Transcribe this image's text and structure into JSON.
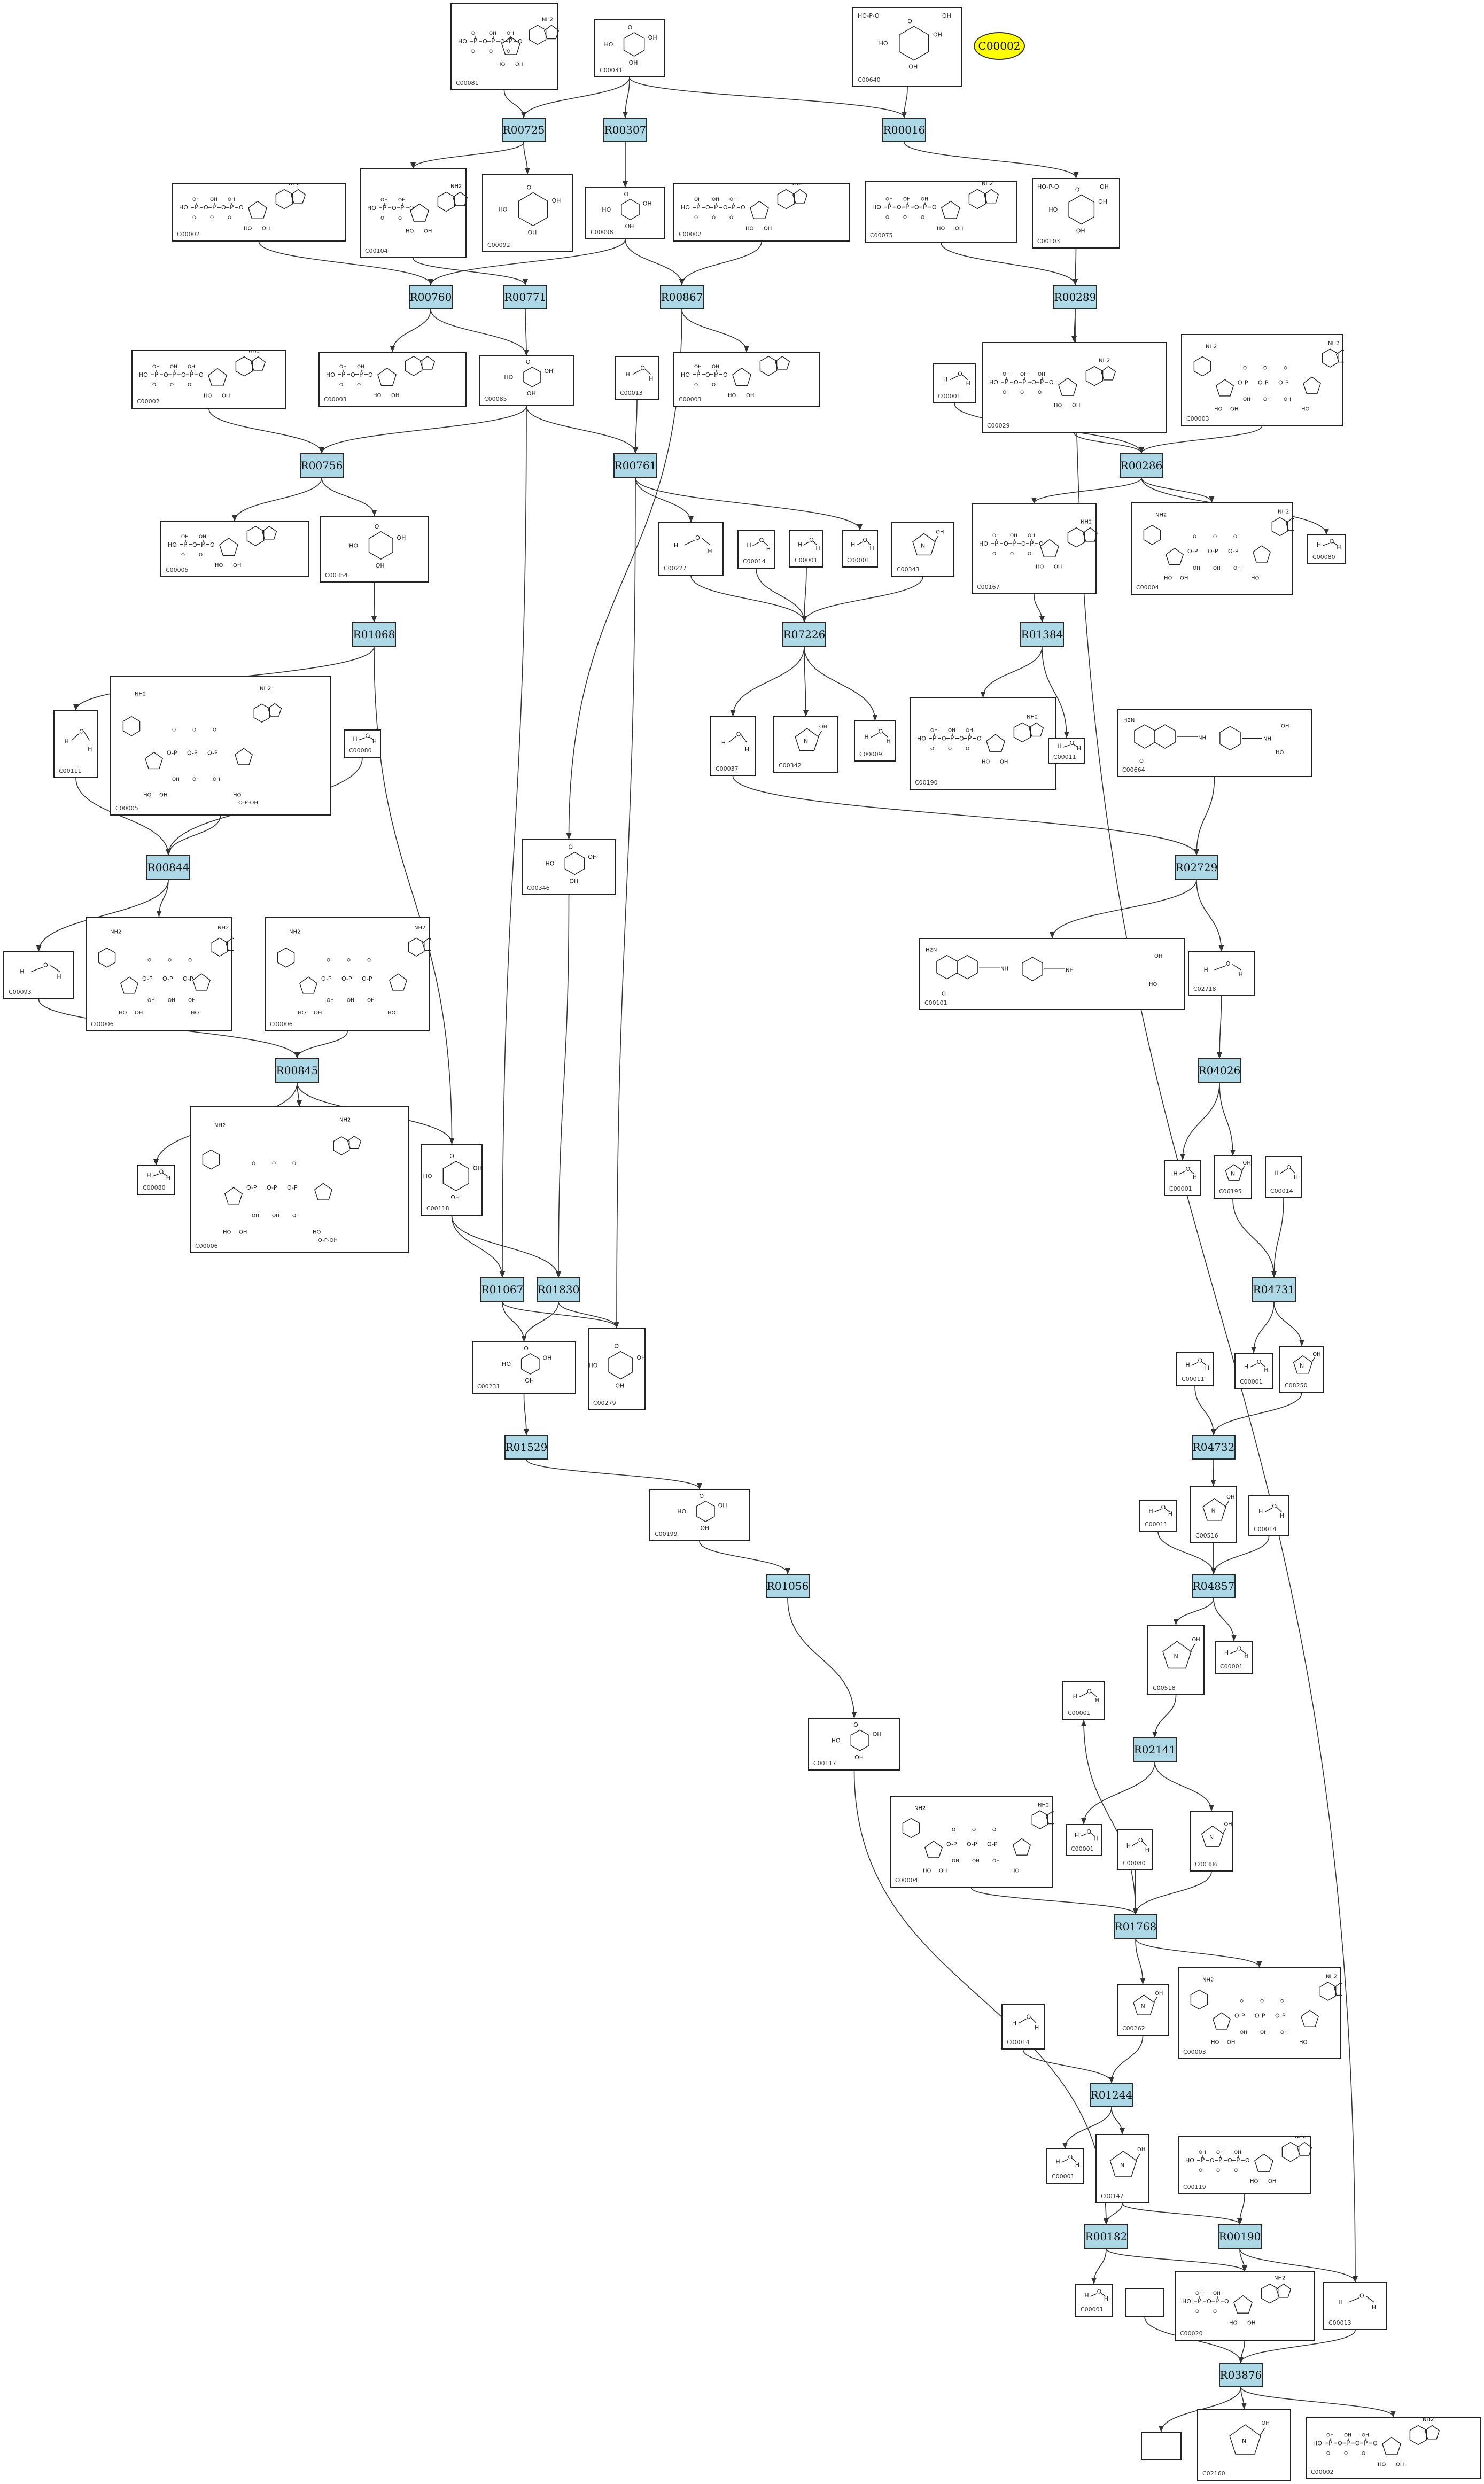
{
  "highlight": {
    "label": "C00002",
    "color": "#ffff00"
  },
  "colors": {
    "reaction_fill": "#add8e6",
    "edge": "#333333"
  },
  "reactions": [
    {
      "id": "R00725"
    },
    {
      "id": "R00307"
    },
    {
      "id": "R00016"
    },
    {
      "id": "R00760"
    },
    {
      "id": "R00771"
    },
    {
      "id": "R00867"
    },
    {
      "id": "R00289"
    },
    {
      "id": "R00756"
    },
    {
      "id": "R00761"
    },
    {
      "id": "R00286"
    },
    {
      "id": "R01068"
    },
    {
      "id": "R07226"
    },
    {
      "id": "R01384"
    },
    {
      "id": "R00844"
    },
    {
      "id": "R02729"
    },
    {
      "id": "R00845"
    },
    {
      "id": "R04026"
    },
    {
      "id": "R01067"
    },
    {
      "id": "R01830"
    },
    {
      "id": "R04731"
    },
    {
      "id": "R01529"
    },
    {
      "id": "R04732"
    },
    {
      "id": "R01056"
    },
    {
      "id": "R04857"
    },
    {
      "id": "R02141"
    },
    {
      "id": "R01768"
    },
    {
      "id": "R01244"
    },
    {
      "id": "R00182"
    },
    {
      "id": "R00190"
    },
    {
      "id": "R03876"
    }
  ],
  "compounds": [
    {
      "id": "C00081",
      "kind": "ntp"
    },
    {
      "id": "C00031",
      "kind": "hex"
    },
    {
      "id": "C00640",
      "kind": "hexp"
    },
    {
      "id": "C00104",
      "kind": "nuc"
    },
    {
      "id": "C00092",
      "kind": "hex"
    },
    {
      "id": "C00002",
      "kind": "ntp"
    },
    {
      "id": "C00098",
      "kind": "hex"
    },
    {
      "id": "C00002",
      "kind": "ntp"
    },
    {
      "id": "C00075",
      "kind": "ntp"
    },
    {
      "id": "C00103",
      "kind": "hexp"
    },
    {
      "id": "C00002",
      "kind": "ntp"
    },
    {
      "id": "C00003",
      "kind": "nuc"
    },
    {
      "id": "C00085",
      "kind": "hex"
    },
    {
      "id": "C00013",
      "kind": "small"
    },
    {
      "id": "C00003",
      "kind": "nuc"
    },
    {
      "id": "C00001",
      "kind": "small"
    },
    {
      "id": "C00029",
      "kind": "ntp"
    },
    {
      "id": "C00003",
      "kind": "dinuc"
    },
    {
      "id": "C00005",
      "kind": "nuc"
    },
    {
      "id": "C00354",
      "kind": "hex"
    },
    {
      "id": "C00227",
      "kind": "small"
    },
    {
      "id": "C00014",
      "kind": "small"
    },
    {
      "id": "C00001",
      "kind": "small"
    },
    {
      "id": "C00001",
      "kind": "small"
    },
    {
      "id": "C00343",
      "kind": "ring"
    },
    {
      "id": "C00167",
      "kind": "ntp"
    },
    {
      "id": "C00004",
      "kind": "dinuc"
    },
    {
      "id": "C00080",
      "kind": "small"
    },
    {
      "id": "C00111",
      "kind": "small"
    },
    {
      "id": "C00005",
      "kind": "bigdinuc"
    },
    {
      "id": "C00080",
      "kind": "small"
    },
    {
      "id": "C00037",
      "kind": "small"
    },
    {
      "id": "C00342",
      "kind": "ring"
    },
    {
      "id": "C00009",
      "kind": "small"
    },
    {
      "id": "C00190",
      "kind": "ntp"
    },
    {
      "id": "C00011",
      "kind": "small"
    },
    {
      "id": "C00664",
      "kind": "folate"
    },
    {
      "id": "C00346",
      "kind": "hex"
    },
    {
      "id": "C00093",
      "kind": "small"
    },
    {
      "id": "C00006",
      "kind": "dinuc"
    },
    {
      "id": "C00006",
      "kind": "dinuc"
    },
    {
      "id": "C00101",
      "kind": "folate"
    },
    {
      "id": "C02718",
      "kind": "small"
    },
    {
      "id": "C00080",
      "kind": "small"
    },
    {
      "id": "C00006",
      "kind": "bigdinuc"
    },
    {
      "id": "C00118",
      "kind": "hex"
    },
    {
      "id": "C00001",
      "kind": "small"
    },
    {
      "id": "C06195",
      "kind": "ring"
    },
    {
      "id": "C00014",
      "kind": "small"
    },
    {
      "id": "C00231",
      "kind": "hex"
    },
    {
      "id": "C00279",
      "kind": "hex"
    },
    {
      "id": "C00001",
      "kind": "small"
    },
    {
      "id": "C00011",
      "kind": "small"
    },
    {
      "id": "C08250",
      "kind": "ring"
    },
    {
      "id": "C00199",
      "kind": "hex"
    },
    {
      "id": "C00011",
      "kind": "small"
    },
    {
      "id": "C00014",
      "kind": "small"
    },
    {
      "id": "C00516",
      "kind": "ring"
    },
    {
      "id": "C00117",
      "kind": "hex"
    },
    {
      "id": "C00518",
      "kind": "ring"
    },
    {
      "id": "C00001",
      "kind": "small"
    },
    {
      "id": "C00001",
      "kind": "small"
    },
    {
      "id": "C00080",
      "kind": "small"
    },
    {
      "id": "C00386",
      "kind": "ring"
    },
    {
      "id": "C00004",
      "kind": "dinuc"
    },
    {
      "id": "C00001",
      "kind": "small"
    },
    {
      "id": "C00262",
      "kind": "ring"
    },
    {
      "id": "C00003",
      "kind": "dinuc"
    },
    {
      "id": "C00014",
      "kind": "small"
    },
    {
      "id": "C00001",
      "kind": "small"
    },
    {
      "id": "C00147",
      "kind": "ring"
    },
    {
      "id": "C00119",
      "kind": "ntp"
    },
    {
      "id": "C00001",
      "kind": "small"
    },
    {
      "id": "C00020",
      "kind": "nuc"
    },
    {
      "id": "C00013",
      "kind": "small"
    },
    {
      "id": "",
      "kind": "empty"
    },
    {
      "id": "",
      "kind": "empty"
    },
    {
      "id": "C02160",
      "kind": "ring"
    },
    {
      "id": "C00002",
      "kind": "ntp"
    }
  ]
}
